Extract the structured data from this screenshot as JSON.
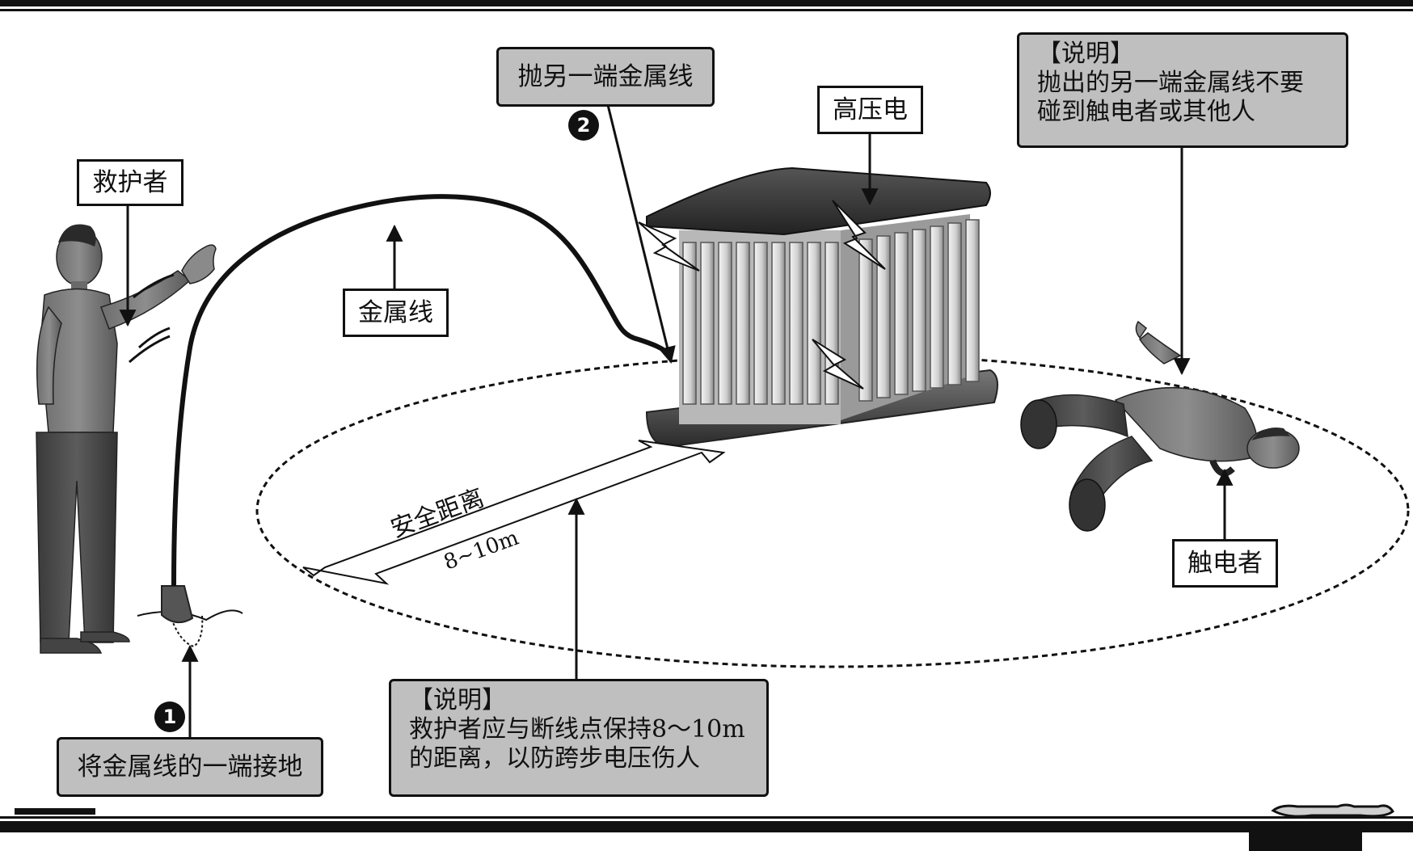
{
  "labels": {
    "rescuer": "救护者",
    "wire": "金属线",
    "high_voltage": "高压电",
    "victim": "触电者",
    "throw_other_end": "抛另一端金属线",
    "ground_one_end": "将金属线的一端接地"
  },
  "steps": {
    "one": "1",
    "two": "2"
  },
  "note_right": {
    "heading": "【说明】",
    "line1": "抛出的另一端金属线不要",
    "line2": "碰到触电者或其他人"
  },
  "note_bottom": {
    "heading": "【说明】",
    "line1": "救护者应与断线点保持8～10m",
    "line2": "的距离，以防跨步电压伤人"
  },
  "distance": {
    "label": "安全距离",
    "value": "8~10m"
  },
  "colors": {
    "gray_fill": "#bfbfbf",
    "border": "#111111"
  }
}
